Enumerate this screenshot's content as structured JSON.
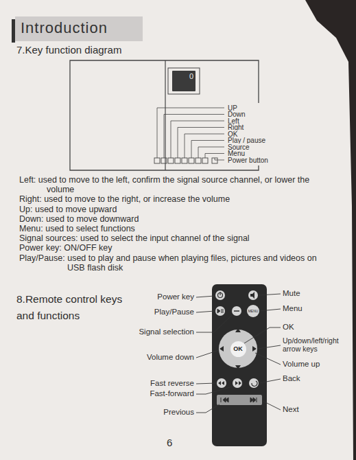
{
  "diagram": {
    "title": "Introduction",
    "nodes": [
      {
        "text": [
          "0"
        ]
      },
      {
        "text": [
          "MENU"
        ]
      },
      {
        "text": [
          "OK"
        ]
      }
    ],
    "labels": [
      "7.Key function diagram",
      "UP",
      "Down",
      "Left",
      "Right",
      "OK",
      "Play / pause",
      "Source",
      "Menu",
      "Power button",
      "Left: used to move to the left, confirm the signal source channel, or lower the volume",
      "Right: used to move to the right, or increase the volume",
      "Up: used to move upward",
      "Down: used to move downward",
      "Menu: used to select functions",
      "Signal sources: used to select the input channel of the signal",
      "Power key: ON/OFF key",
      "Play/Pause: used to play and pause when playing files, pictures and videos on USB flash disk",
      "8.Remote control keys and functions",
      "Power key",
      "Play/Pause",
      "Signal selection",
      "Volume down",
      "Fast reverse",
      "Fast-forward",
      "Previous",
      "Mute",
      "Menu",
      "OK",
      "Up/down/left/right arrow keys",
      "Volume up",
      "Back",
      "Next",
      "6"
    ]
  }
}
